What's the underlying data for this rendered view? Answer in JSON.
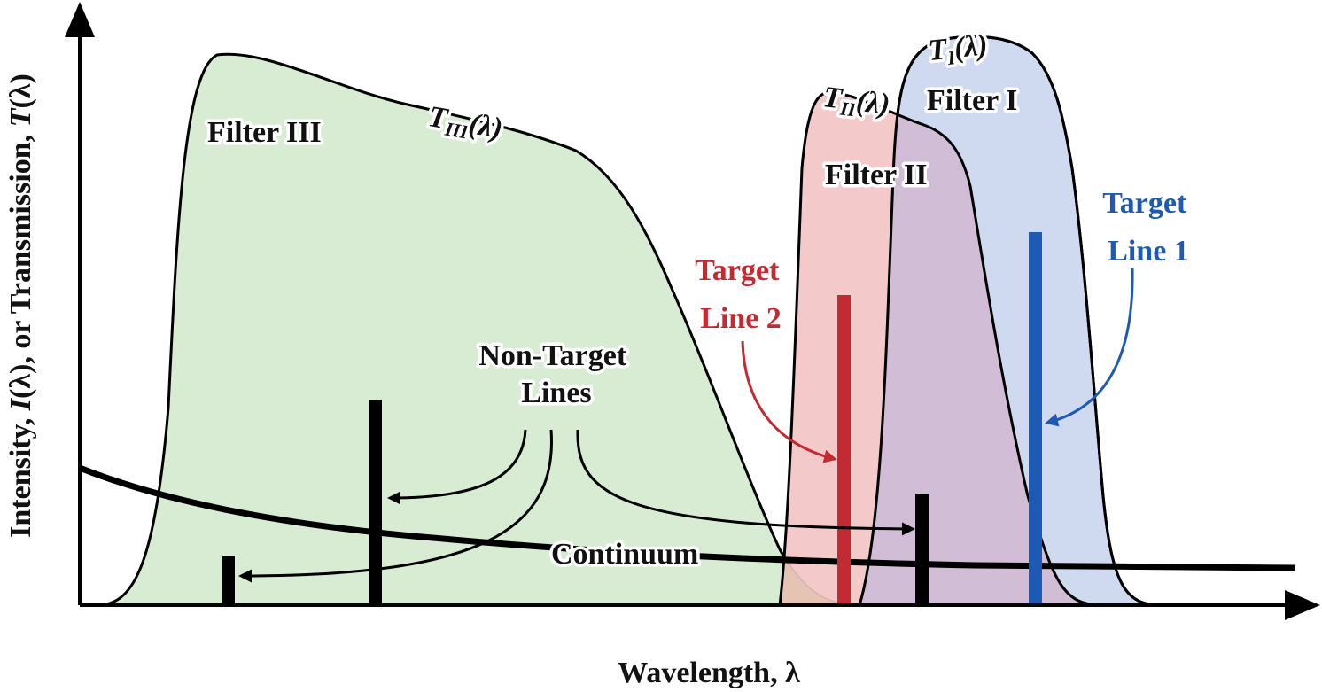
{
  "axes": {
    "x_label": "Wavelength, λ",
    "y_label_parts": [
      "Intensity, ",
      "I",
      "(λ), or Transmission, ",
      "T",
      "(λ)"
    ]
  },
  "filters": [
    {
      "name": "Filter III",
      "curve_label": {
        "main": "T",
        "sub": "III",
        "arg": "(λ)"
      },
      "fill": "#d8ecd3"
    },
    {
      "name": "Filter II",
      "curve_label": {
        "main": "T",
        "sub": "II",
        "arg": "(λ)"
      },
      "fill": "#f3c3c4"
    },
    {
      "name": "Filter I",
      "curve_label": {
        "main": "T",
        "sub": "I",
        "arg": "(λ)"
      },
      "fill": "#cfdaf1"
    }
  ],
  "labels": {
    "non_target": [
      "Non-Target",
      "Lines"
    ],
    "continuum": "Continuum",
    "target_line_1": [
      "Target",
      "Line 1"
    ],
    "target_line_2": [
      "Target",
      "Line 2"
    ]
  },
  "colors": {
    "target_line_1": "#1e5ab4",
    "target_line_2": "#c42a32",
    "lines": "#000000",
    "overlap_I_II": "#d2bdd6",
    "overlap_II_III": "#e6c4b4"
  }
}
